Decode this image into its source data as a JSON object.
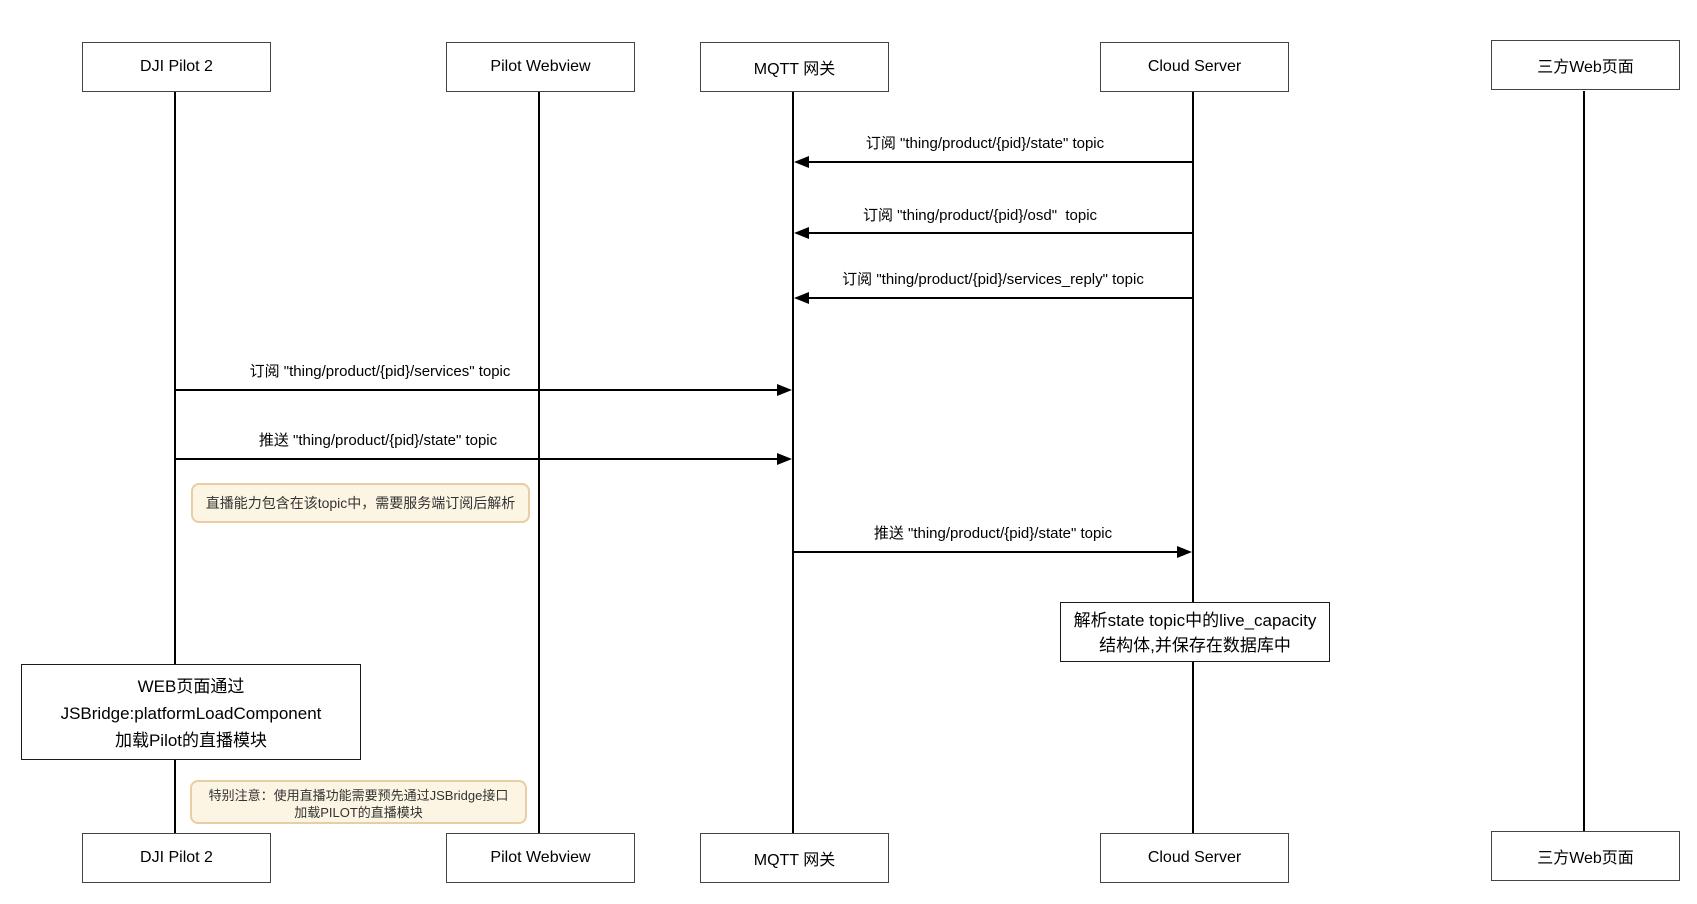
{
  "actors": [
    {
      "name": "DJI Pilot 2"
    },
    {
      "name": "Pilot Webview"
    },
    {
      "name": "MQTT 网关"
    },
    {
      "name": "Cloud Server"
    },
    {
      "name": "三方Web页面"
    }
  ],
  "messages": [
    {
      "text": "订阅 \"thing/product/{pid}/state\" topic",
      "from": "Cloud Server",
      "to": "MQTT 网关",
      "direction": "left"
    },
    {
      "text": "订阅 \"thing/product/{pid}/osd\"  topic",
      "from": "Cloud Server",
      "to": "MQTT 网关",
      "direction": "left"
    },
    {
      "text": "订阅 \"thing/product/{pid}/services_reply\" topic",
      "from": "Cloud Server",
      "to": "MQTT 网关",
      "direction": "left"
    },
    {
      "text": "订阅 \"thing/product/{pid}/services\" topic",
      "from": "DJI Pilot 2",
      "to": "MQTT 网关",
      "direction": "right"
    },
    {
      "text": "推送 \"thing/product/{pid}/state\" topic",
      "from": "DJI Pilot 2",
      "to": "MQTT 网关",
      "direction": "right"
    },
    {
      "text": "推送 \"thing/product/{pid}/state\" topic",
      "from": "MQTT 网关",
      "to": "Cloud Server",
      "direction": "right"
    }
  ],
  "notes": [
    {
      "type": "highlight",
      "lines": [
        "直播能力包含在该topic中，需要服务端订阅后解析"
      ]
    },
    {
      "type": "plain",
      "lines": [
        "解析state topic中的live_capacity",
        "结构体,并保存在数据库中"
      ]
    },
    {
      "type": "plain",
      "lines": [
        "WEB页面通过",
        "JSBridge:platformLoadComponent",
        "加载Pilot的直播模块"
      ]
    },
    {
      "type": "highlight",
      "lines": [
        "特别注意：使用直播功能需要预先通过JSBridge接口",
        "加载PILOT的直播模块"
      ]
    }
  ],
  "colors": {
    "bg": "#ffffff",
    "line": "#000000",
    "box_bg": "#ffffff",
    "box_border": "#444444",
    "note_bg": "#fcf5e3",
    "note_border": "#e9cda4"
  }
}
